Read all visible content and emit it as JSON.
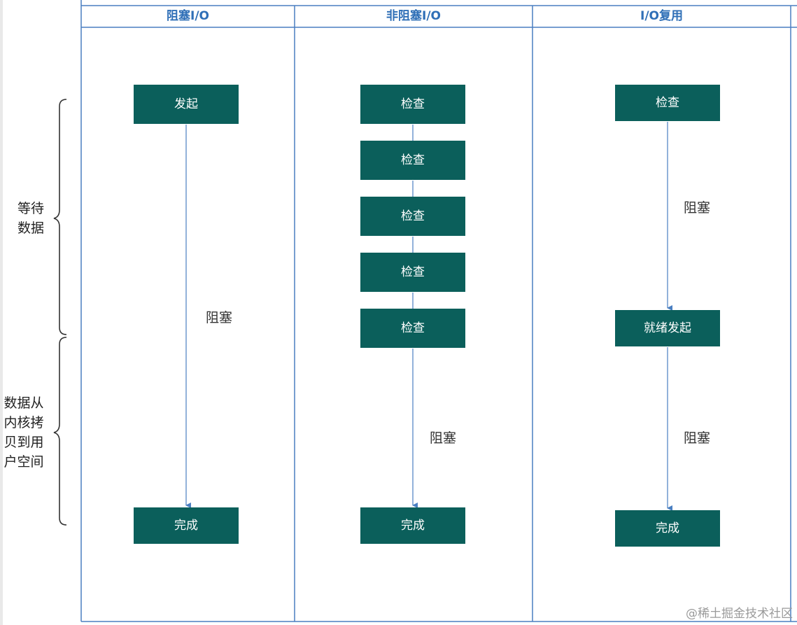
{
  "columns": [
    {
      "header": "阻塞I/O"
    },
    {
      "header": "非阻塞I/O"
    },
    {
      "header": "I/O复用"
    }
  ],
  "blocking": {
    "start": "发起",
    "block": "阻塞",
    "done": "完成"
  },
  "nonblocking": {
    "checks": [
      "检查",
      "检查",
      "检查",
      "检查",
      "检查"
    ],
    "block": "阻塞",
    "done": "完成"
  },
  "multiplex": {
    "check": "检查",
    "block1": "阻塞",
    "ready": "就绪发起",
    "block2": "阻塞",
    "done": "完成"
  },
  "phases": {
    "wait_line1": "等待",
    "wait_line2": "数据",
    "copy_line1": "数据从",
    "copy_line2": "内核拷",
    "copy_line3": "贝到用",
    "copy_line4": "户空间"
  },
  "watermark": "@稀土掘金技术社区",
  "colors": {
    "grid": "#4a7fc1",
    "box": "#0b5f5b",
    "header_text": "#2f6fb7",
    "arrow": "#4a7fc1"
  }
}
